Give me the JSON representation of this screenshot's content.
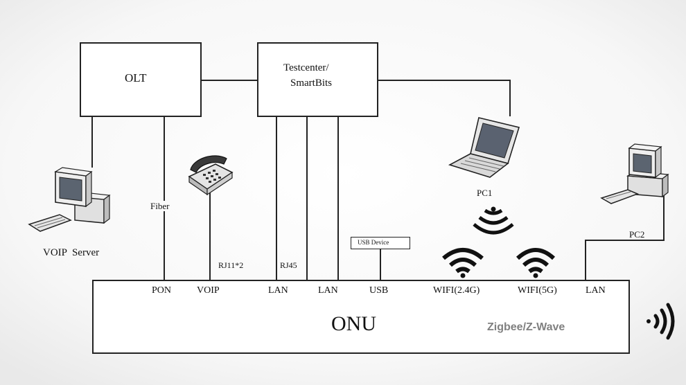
{
  "nodes": {
    "olt": "OLT",
    "testcenter_line1": "Testcenter/",
    "testcenter_line2": "SmartBits",
    "onu": "ONU",
    "onu_tech": "Zigbee/Z-Wave",
    "usb_device": "USB Device",
    "pc1": "PC1",
    "pc2": "PC2",
    "voip_server": "VOIP  Server"
  },
  "links": {
    "fiber": "Fiber",
    "rj11": "RJ11*2",
    "rj45": "RJ45"
  },
  "ports": {
    "pon": "PON",
    "voip": "VOIP",
    "lan1": "LAN",
    "lan2": "LAN",
    "usb": "USB",
    "wifi24": "WIFI(2.4G)",
    "wifi5": "WIFI(5G)",
    "lan3": "LAN"
  },
  "colors": {
    "line": "#222222",
    "zigbee_text": "#808080",
    "background": "#ffffff"
  },
  "icons": [
    "desktop-computer-icon",
    "telephone-icon",
    "laptop-icon",
    "wifi-icon",
    "wireless-signal-icon"
  ]
}
